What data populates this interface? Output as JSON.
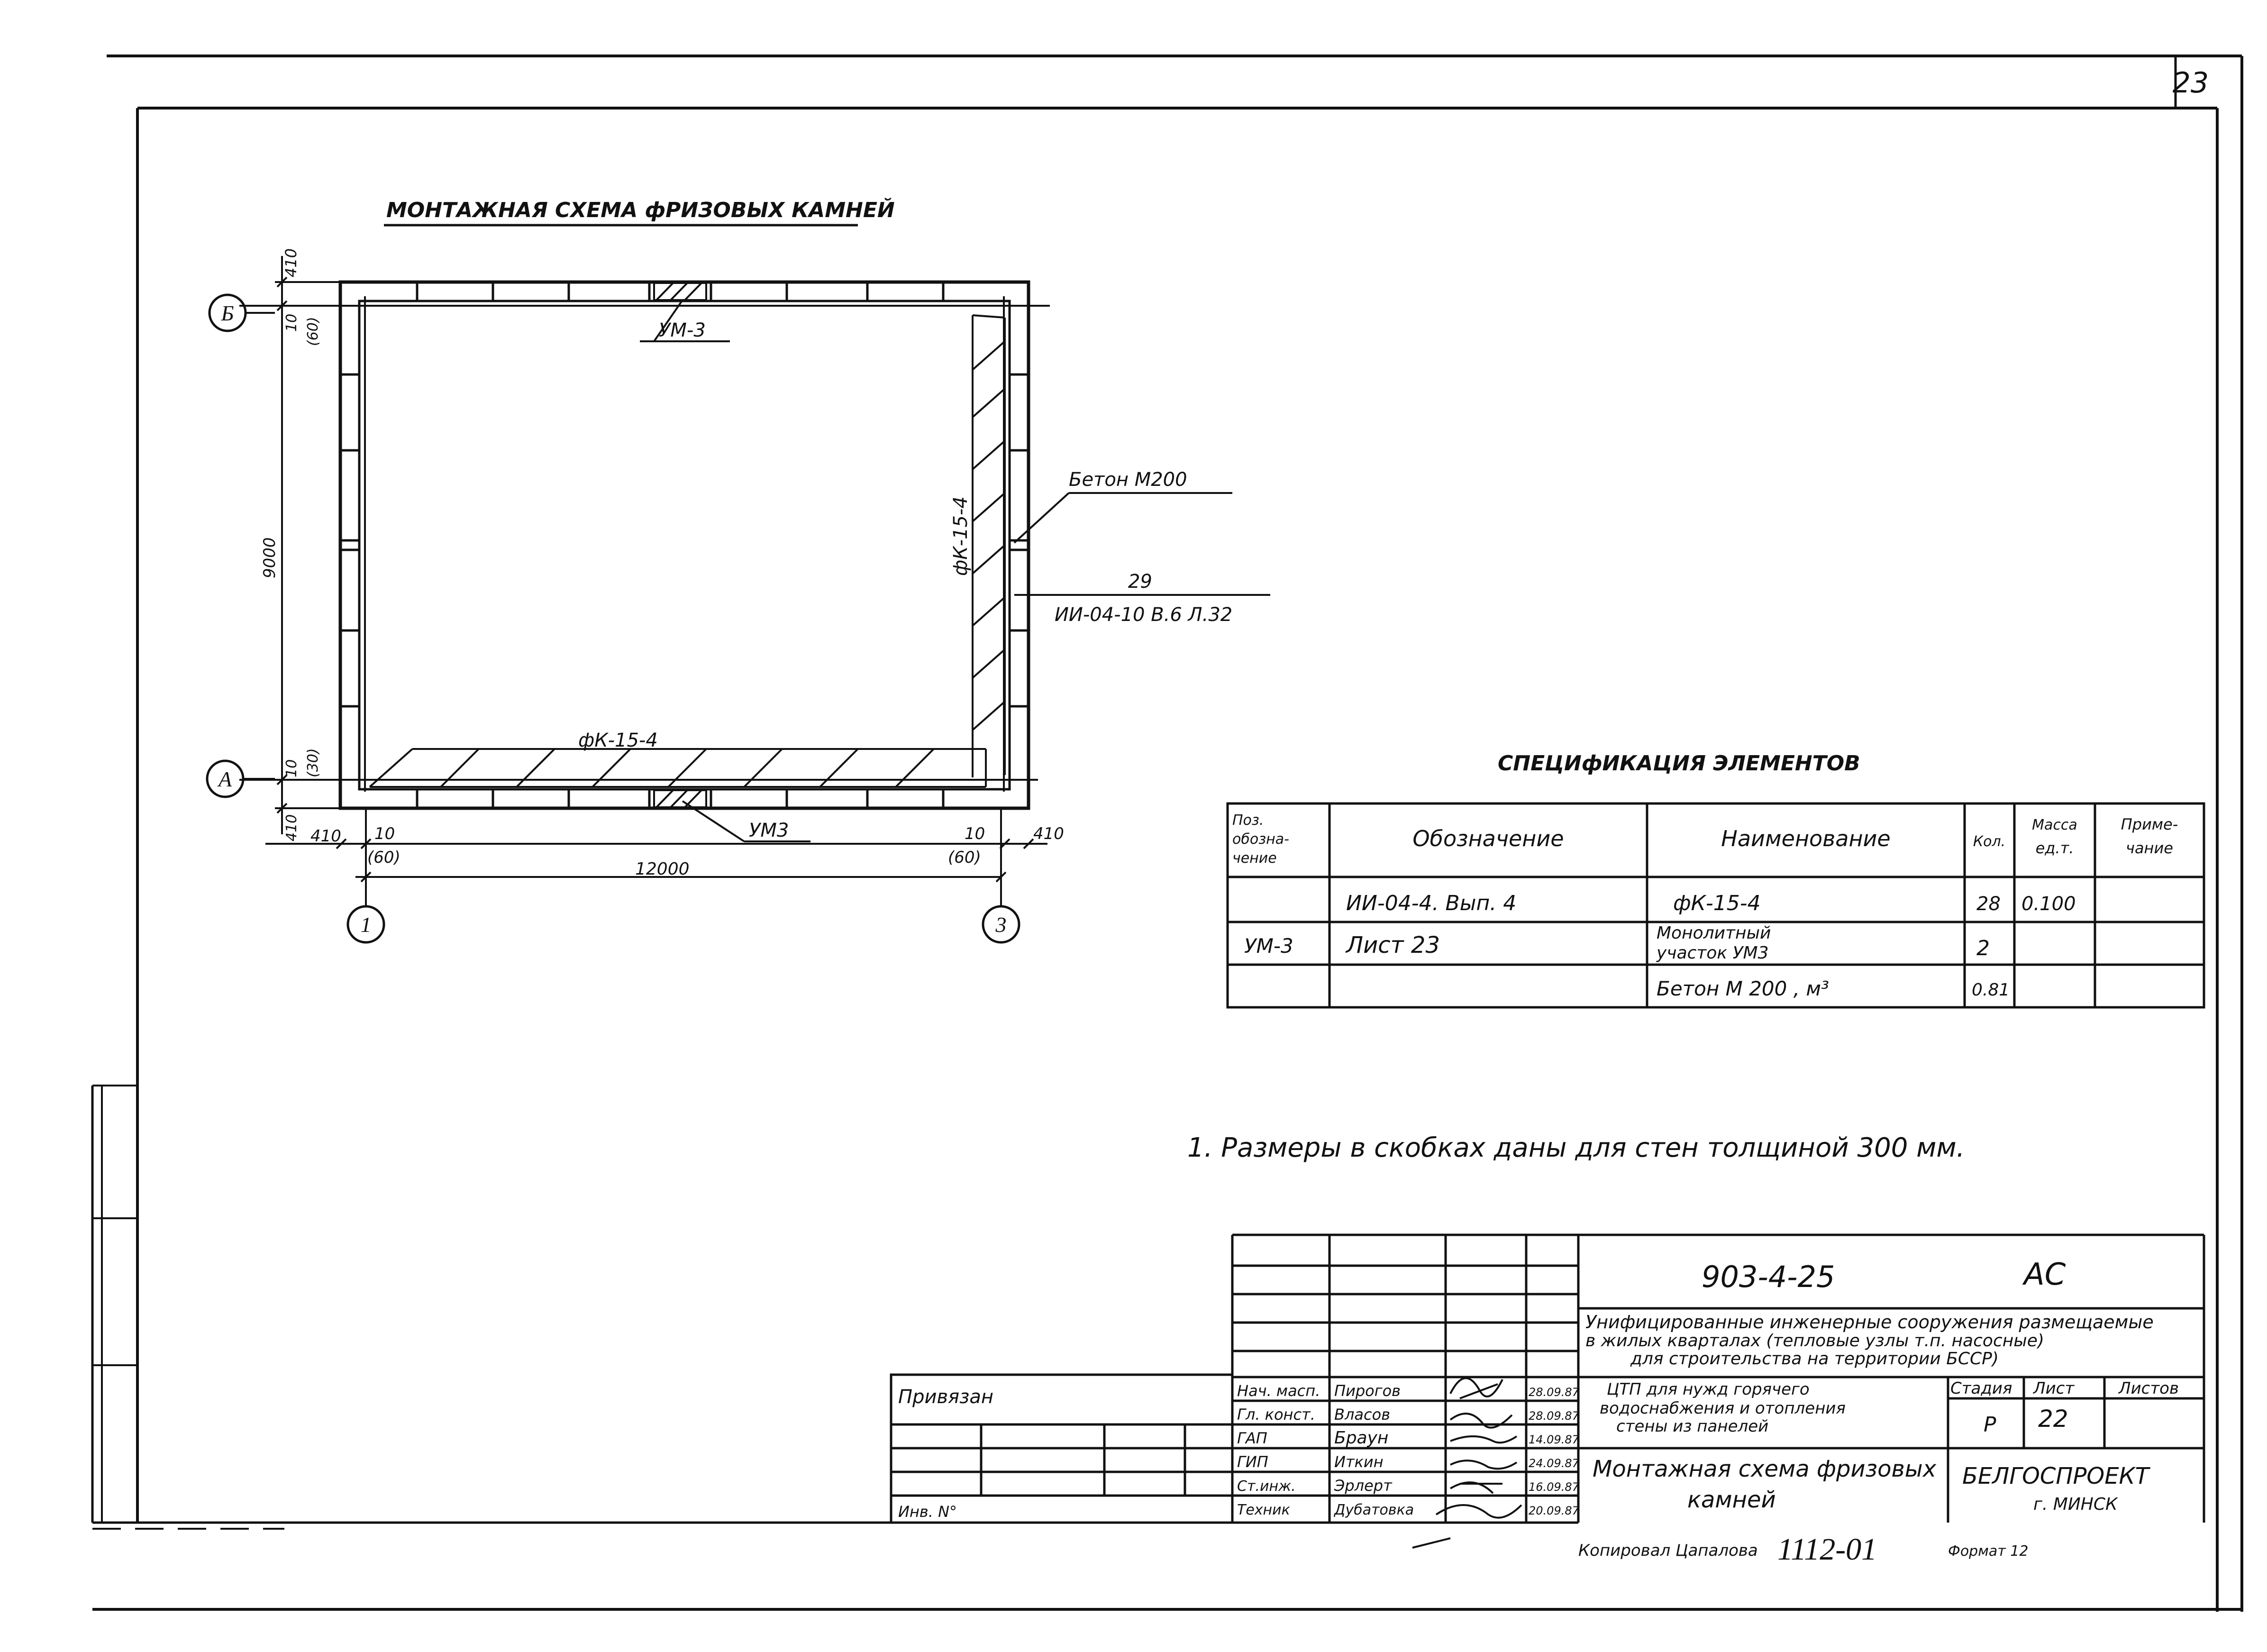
{
  "sheet_number": "23",
  "scheme": {
    "title": "МОНТАЖНАЯ СХЕМА фРИЗОВЫХ КАМНЕЙ",
    "axis_b": "Б",
    "axis_a": "А",
    "axis_1": "1",
    "axis_3": "3",
    "label_um3_top": "УМ-3",
    "label_um3_bottom": "УМ3",
    "label_fk_right": "фК-15-4",
    "label_fk_bottom": "фК-15-4",
    "label_beton": "Бетон М200",
    "ref_num": "29",
    "ref_text": "ИИ-04-10 В.6 Л.32",
    "dim_410_top": "410",
    "dim_10_top": "10",
    "dim_60_top": "(60)",
    "dim_9000": "9000",
    "dim_10_bot": "10",
    "dim_30_bot": "(30)",
    "dim_410_bot": "410",
    "dim_410_left": "410",
    "dim_10_left": "10",
    "dim_60_left": "(60)",
    "dim_10_right": "10",
    "dim_60_right": "(60)",
    "dim_410_right": "410",
    "dim_12000": "12000"
  },
  "spec": {
    "title": "СПЕЦИфИКАЦИЯ ЭЛЕМЕНТОВ",
    "headers": {
      "pos_1": "Поз.",
      "pos_2": "обозна-",
      "pos_3": "чение",
      "designation": "Обозначение",
      "name": "Наименование",
      "qty": "Кол.",
      "mass_1": "Масса",
      "mass_2": "ед.т.",
      "note_1": "Приме-",
      "note_2": "чание"
    },
    "rows": [
      {
        "pos": "",
        "designation": "ИИ-04-4. Вып. 4",
        "name": "фК-15-4",
        "name_2": "",
        "qty": "28",
        "mass": "0.100"
      },
      {
        "pos": "УМ-3",
        "designation": "Лист 23",
        "name": "Монолитный",
        "name_2": "участок       УМ3",
        "qty": "2",
        "mass": ""
      },
      {
        "pos": "",
        "designation": "",
        "name": "Бетон      М 200 ,  м³",
        "name_2": "",
        "qty": "0.81",
        "mass": ""
      }
    ]
  },
  "note": "1. Размеры в скобках даны для стен толщиной 300 мм.",
  "stamp": {
    "code": "903-4-25",
    "mark": "АС",
    "project_1": "Унифицированные инженерные сооружения размещаемые",
    "project_2": "в жилых кварталах (тепловые узлы т.п. насосные)",
    "project_3": "для строительства на территории БССР)",
    "obj_1": "ЦТП для нужд горячего",
    "obj_2": "водоснабжения и отопления",
    "obj_3": "стены из панелей",
    "stage_h": "Стадия",
    "sheet_h": "Лист",
    "sheets_h": "Листов",
    "stage": "Р",
    "sheet": "22",
    "drawing_1": "Монтажная схема фризовых",
    "drawing_2": "камней",
    "org_1": "БЕЛГОСПРОЕКТ",
    "org_2": "г. МИНСК",
    "people": [
      {
        "role": "Нач. масп.",
        "name": "Пирогов",
        "date": "28.09.87"
      },
      {
        "role": "Гл. конст.",
        "name": "Власов",
        "date": "28.09.87"
      },
      {
        "role": "ГАП",
        "name": "Браун",
        "date": "14.09.87"
      },
      {
        "role": "ГИП",
        "name": "Иткин",
        "date": "24.09.87"
      },
      {
        "role": "Ст.инж.",
        "name": "Эрлерт",
        "date": "16.09.87"
      },
      {
        "role": "Техник",
        "name": "Дубатовка",
        "date": "20.09.87"
      }
    ],
    "attached": "Привязан",
    "inv": "Инв. N°",
    "copied": "Копировал  Цапалова",
    "copy_num": "1112-01",
    "format": "Формат  12"
  }
}
